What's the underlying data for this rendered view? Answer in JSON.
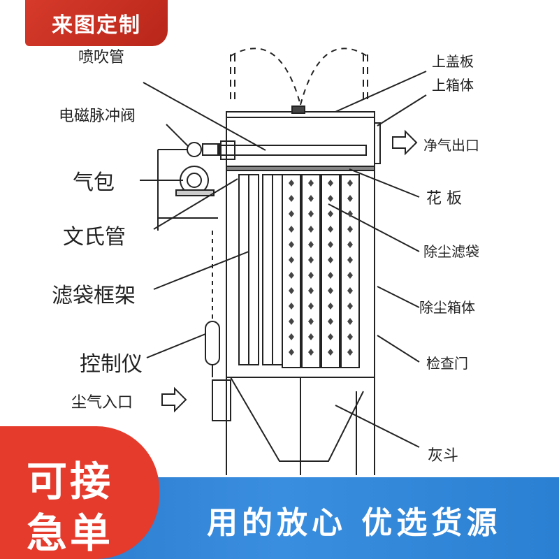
{
  "badge_top": "来图定制",
  "labels": {
    "nozzle": "喷吹管",
    "top_cover": "上盖板",
    "upper_box": "上箱体",
    "solenoid_valve": "电磁脉冲阀",
    "clean_gas_outlet": "净气出口",
    "air_bag": "气包",
    "tube_plate": "花 板",
    "venturi": "文氏管",
    "filter_bag": "除尘滤袋",
    "cage": "滤袋框架",
    "dust_box": "除尘箱体",
    "controller": "控制仪",
    "inspection_door": "检查门",
    "dust_inlet": "尘气入口",
    "hopper": "灰斗"
  },
  "quick_badge": {
    "line1": "可接",
    "line2": "急单"
  },
  "slogan": "用的放心   优选货源",
  "colors": {
    "red": "#d63a2a",
    "blue": "#2a80d2",
    "line": "#222222"
  }
}
